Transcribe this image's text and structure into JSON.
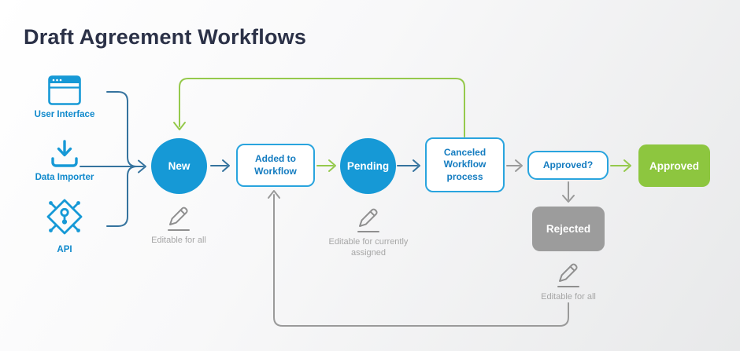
{
  "title": "Draft Agreement Workflows",
  "sources": [
    {
      "label": "User Interface",
      "icon": "browser-window-icon"
    },
    {
      "label": "Data Importer",
      "icon": "download-icon"
    },
    {
      "label": "API",
      "icon": "api-circuit-icon"
    }
  ],
  "nodes": {
    "new": {
      "label": "New",
      "shape": "circle",
      "fill": "#1699d6"
    },
    "added": {
      "label": "Added to Workflow",
      "shape": "rect-outline",
      "border": "#29a4de"
    },
    "pending": {
      "label": "Pending",
      "shape": "circle",
      "fill": "#1699d6"
    },
    "canceled": {
      "label": "Canceled Workflow process",
      "shape": "rect-outline",
      "border": "#29a4de"
    },
    "approved_q": {
      "label": "Approved?",
      "shape": "rect-outline",
      "border": "#29a4de"
    },
    "approved": {
      "label": "Approved",
      "shape": "rect-filled",
      "fill": "#8dc63f"
    },
    "rejected": {
      "label": "Rejected",
      "shape": "rect-filled",
      "fill": "#9c9c9c"
    }
  },
  "annotations": {
    "new": "Editable for all",
    "pending": "Editable for currently assigned",
    "rejected": "Editable for all"
  },
  "edges": [
    {
      "from": "sources",
      "to": "new",
      "color": "steel-blue"
    },
    {
      "from": "new",
      "to": "added",
      "color": "steel-blue"
    },
    {
      "from": "added",
      "to": "pending",
      "color": "green"
    },
    {
      "from": "pending",
      "to": "canceled",
      "color": "steel-blue"
    },
    {
      "from": "canceled",
      "to": "approved_q",
      "color": "gray"
    },
    {
      "from": "approved_q",
      "to": "approved",
      "color": "green"
    },
    {
      "from": "approved_q",
      "to": "rejected",
      "color": "gray"
    },
    {
      "from": "canceled",
      "to": "new",
      "color": "green",
      "type": "loop-top"
    },
    {
      "from": "rejected",
      "to": "added",
      "color": "gray",
      "type": "loop-bottom"
    }
  ],
  "colors": {
    "bright_blue": "#1699d6",
    "steel_blue": "#35739e",
    "box_border": "#29a4de",
    "box_text": "#147cc0",
    "green": "#8dc63f",
    "gray_fill": "#9c9c9c",
    "gray_line": "#9a9a9a",
    "title_navy": "#2b3147",
    "label_gray": "#a6a6a6"
  }
}
